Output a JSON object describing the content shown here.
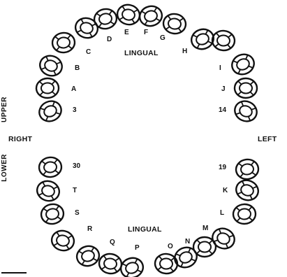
{
  "labels": {
    "lingual_top": "LINGUAL",
    "lingual_bottom": "LINGUAL",
    "right": "RIGHT",
    "left": "LEFT",
    "upper": "UPPER",
    "lower": "LOWER"
  },
  "upper_teeth": [
    "3",
    "A",
    "B",
    "C",
    "D",
    "E",
    "F",
    "G",
    "H",
    "I",
    "J",
    "14"
  ],
  "lower_teeth": [
    "30",
    "T",
    "S",
    "R",
    "Q",
    "P",
    "O",
    "N",
    "M",
    "L",
    "K",
    "19"
  ],
  "colors": {
    "ink": "#111111",
    "background": "#ffffff"
  }
}
